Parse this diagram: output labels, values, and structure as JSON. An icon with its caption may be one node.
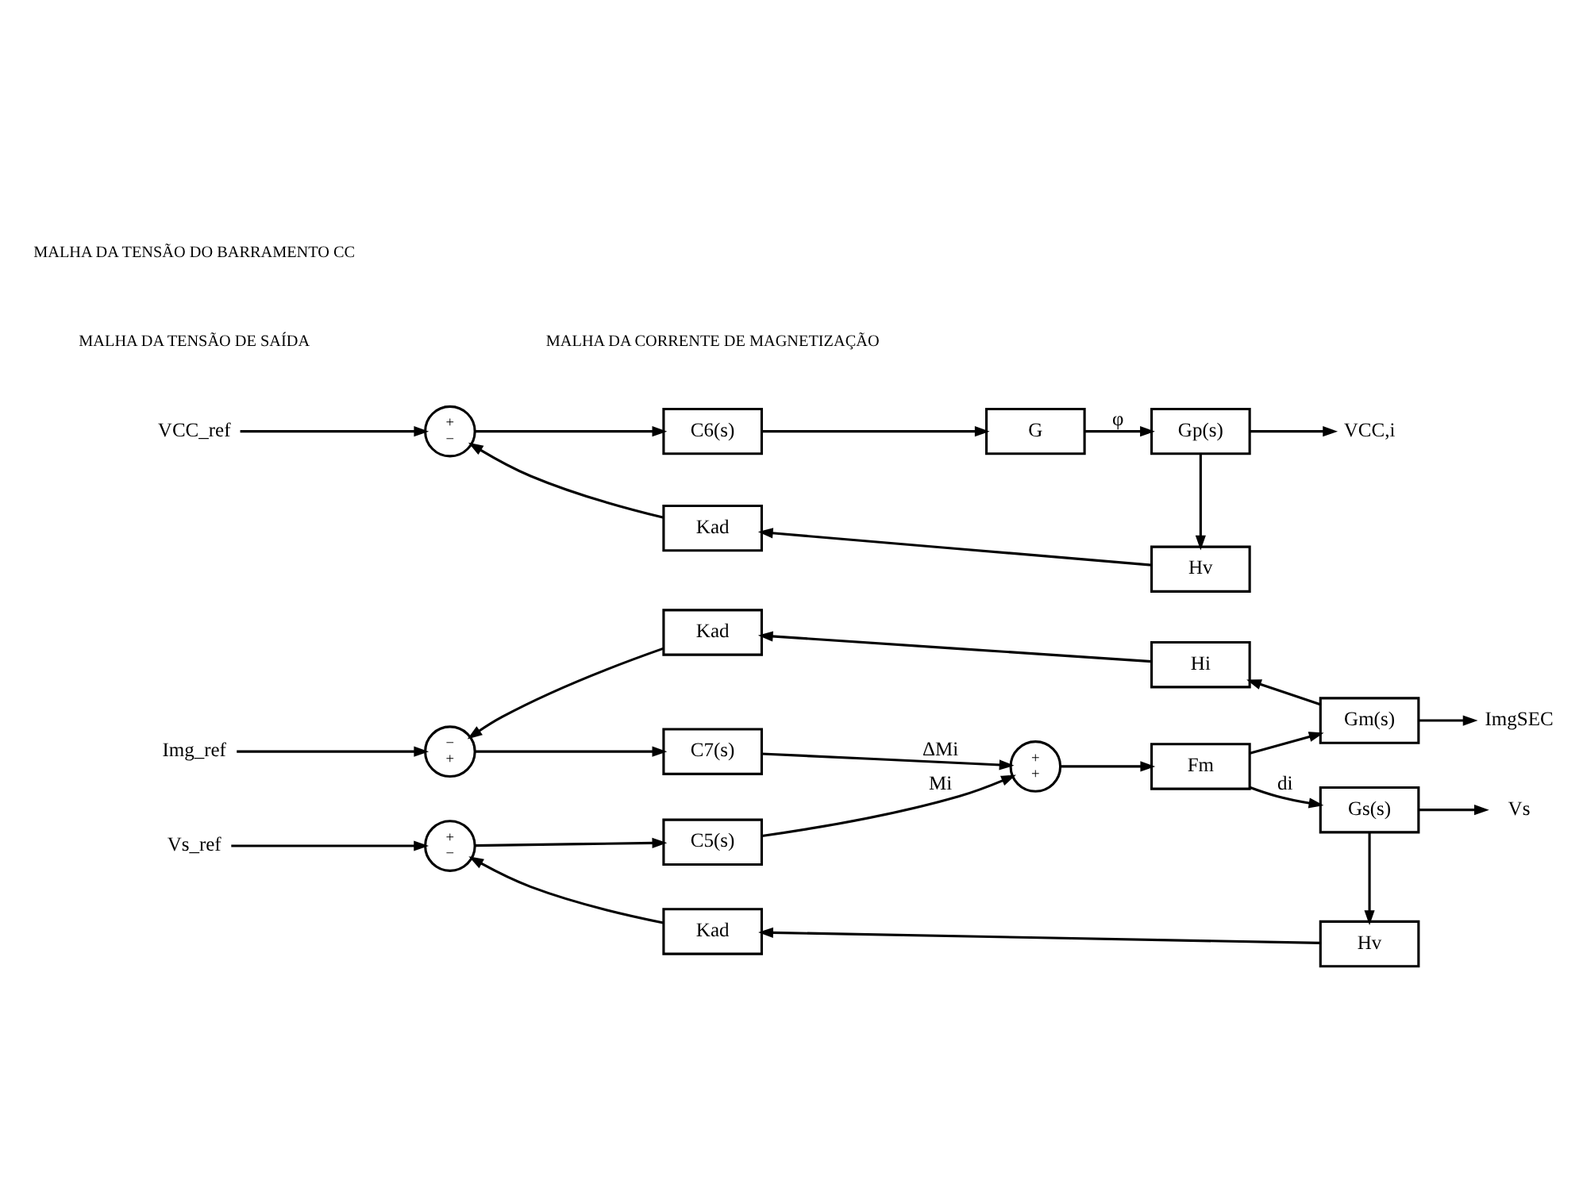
{
  "diagram": {
    "nodes": [
      {
        "text": [
          "Kad"
        ]
      },
      {
        "text": [
          "Hi"
        ]
      },
      {
        "text": [
          "Img_ref"
        ]
      },
      {
        "text": [
          "−",
          "+"
        ]
      },
      {
        "text": [
          "C7(s)"
        ]
      },
      {
        "text": [
          "Gm(s)"
        ]
      },
      {
        "text": [
          "ImgSEC"
        ]
      },
      {
        "text": [
          "Vs_ref"
        ]
      },
      {
        "text": [
          "+",
          "−"
        ]
      },
      {
        "text": [
          "C5(s)"
        ]
      },
      {
        "text": [
          "+",
          "+"
        ]
      },
      {
        "text": [
          "Fm"
        ]
      },
      {
        "text": [
          "Gs(s)"
        ]
      },
      {
        "text": [
          "Vs"
        ]
      },
      {
        "text": [
          "Kad"
        ]
      },
      {
        "text": [
          "Hv"
        ]
      },
      {
        "text": [
          "VCC_ref"
        ]
      },
      {
        "text": [
          "+",
          "−"
        ]
      },
      {
        "text": [
          "C6(s)"
        ]
      },
      {
        "text": [
          "G"
        ]
      },
      {
        "text": [
          "Gp(s)"
        ]
      },
      {
        "text": [
          "VCC,i"
        ]
      },
      {
        "text": [
          "Kad"
        ]
      },
      {
        "text": [
          "Hv"
        ]
      }
    ],
    "edges": [
      {
        "from": 2,
        "to": 3,
        "arrow": "to"
      },
      {
        "from": 3,
        "to": 4,
        "arrow": "to"
      },
      {
        "from": 4,
        "to": 10,
        "arrow": "to",
        "label": "ΔMi"
      },
      {
        "from": 7,
        "to": 8,
        "arrow": "to"
      },
      {
        "from": 8,
        "to": 9,
        "arrow": "to"
      },
      {
        "from": 9,
        "to": 10,
        "arrow": "to",
        "label": "Mi"
      },
      {
        "from": 10,
        "to": 11,
        "arrow": "to"
      },
      {
        "from": 11,
        "to": 5,
        "arrow": "to"
      },
      {
        "from": 11,
        "to": 12,
        "arrow": "to",
        "label": "di"
      },
      {
        "from": 5,
        "to": 6,
        "arrow": "to"
      },
      {
        "from": 5,
        "to": 1,
        "arrow": "to"
      },
      {
        "from": 1,
        "to": 0,
        "arrow": "to"
      },
      {
        "from": 0,
        "to": 3,
        "arrow": "to"
      },
      {
        "from": 12,
        "to": 13,
        "arrow": "to"
      },
      {
        "from": 12,
        "to": 15,
        "arrow": "to"
      },
      {
        "from": 15,
        "to": 14,
        "arrow": "to"
      },
      {
        "from": 14,
        "to": 8,
        "arrow": "to"
      },
      {
        "from": 16,
        "to": 17,
        "arrow": "to"
      },
      {
        "from": 17,
        "to": 18,
        "arrow": "to"
      },
      {
        "from": 18,
        "to": 19,
        "arrow": "to"
      },
      {
        "from": 19,
        "to": 20,
        "arrow": "to",
        "label": "φ"
      },
      {
        "from": 20,
        "to": 21,
        "arrow": "to"
      },
      {
        "from": 20,
        "to": 23,
        "arrow": "to"
      },
      {
        "from": 23,
        "to": 22,
        "arrow": "to"
      },
      {
        "from": 22,
        "to": 17,
        "arrow": "to"
      }
    ],
    "labels": [
      "MALHA DA CORRENTE DE MAGNETIZAÇÃO",
      "MALHA DA TENSÃO DE SAÍDA",
      "MALHA DA TENSÃO DO BARRAMENTO CC"
    ]
  }
}
